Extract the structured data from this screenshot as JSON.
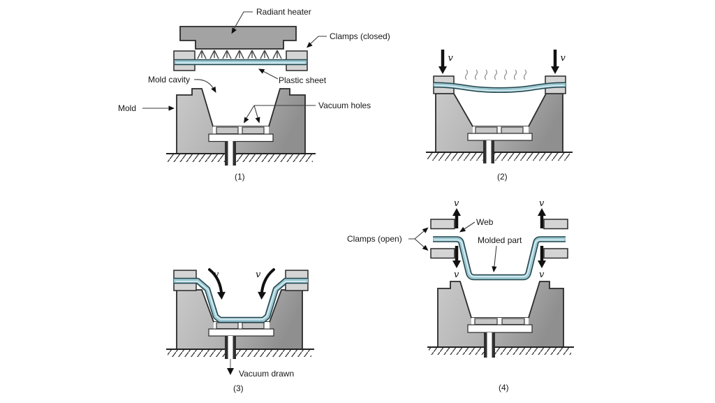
{
  "diagram": {
    "background": "#ffffff",
    "colors": {
      "mold_fill_light": "#c9c9c9",
      "mold_fill_dark": "#8f8f8f",
      "clamp_fill": "#d4d4d4",
      "heater_fill": "#a3a3a3",
      "sheet_fill": "#9cc8d2",
      "sheet_outline": "#24454d",
      "sheet_highlight": "#d8edf2",
      "outline": "#2a2a2a",
      "text": "#161616"
    },
    "stage1": {
      "number": "(1)",
      "radiant_heater": "Radiant heater",
      "clamps_closed": "Clamps (closed)",
      "mold_cavity": "Mold cavity",
      "plastic_sheet": "Plastic sheet",
      "mold": "Mold",
      "vacuum_holes": "Vacuum holes"
    },
    "stage2": {
      "number": "(2)",
      "velocity": "v"
    },
    "stage3": {
      "number": "(3)",
      "velocity": "v",
      "vacuum_drawn": "Vacuum drawn"
    },
    "stage4": {
      "number": "(4)",
      "velocity": "v",
      "clamps_open": "Clamps (open)",
      "web": "Web",
      "molded_part": "Molded part"
    }
  }
}
